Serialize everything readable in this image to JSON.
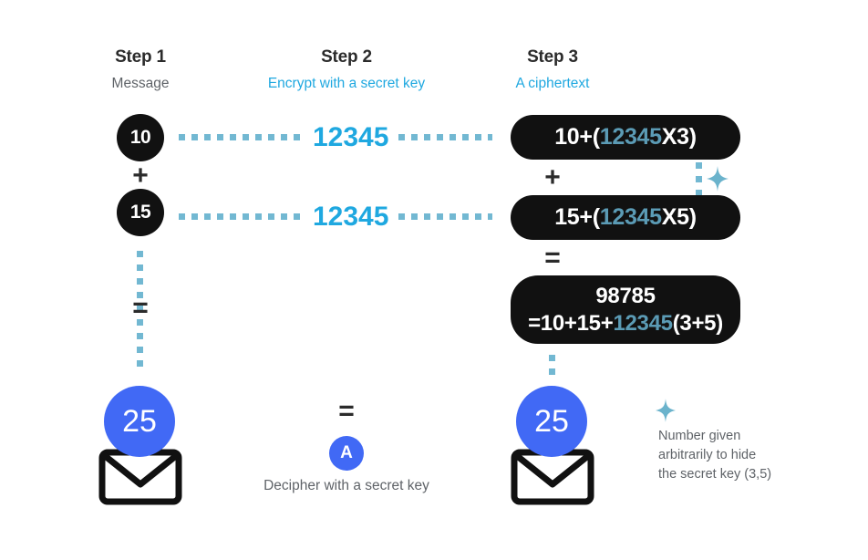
{
  "columns": {
    "step1": {
      "title": "Step 1",
      "subtitle": "Message",
      "subtitle_accent": false
    },
    "step2": {
      "title": "Step 2",
      "subtitle": "Encrypt with a secret key",
      "subtitle_accent": true
    },
    "step3": {
      "title": "Step 3",
      "subtitle": "A ciphertext",
      "subtitle_accent": true
    }
  },
  "column1": {
    "value_a": "10",
    "operator_plus": "+",
    "value_b": "15",
    "operator_equals": "=",
    "result": "25"
  },
  "column2": {
    "key_top": "12345",
    "key_bottom": "12345",
    "operator_equals": "=",
    "decipher_badge": "A",
    "decipher_caption": "Decipher with a secret key"
  },
  "column3": {
    "pill1": {
      "prefix": "10+",
      "open": "(",
      "key": "12345",
      "suffix": "X3",
      "close": ")"
    },
    "operator_plus": "+",
    "pill2": {
      "prefix": "15+",
      "open": "(",
      "key": "12345",
      "suffix": "X5",
      "close": ")"
    },
    "operator_equals": "=",
    "pill3": {
      "line1": "98785",
      "prefix": "=10+15+",
      "key": "12345",
      "open": "(",
      "inner": "3+5",
      "close": ")"
    },
    "result": "25"
  },
  "legend": {
    "icon": "sparkle-icon",
    "line1": "Number given",
    "line2": "arbitrarily to hide",
    "line3": "the secret key (3,5)"
  },
  "colors": {
    "accent_bright_blue": "#1fa8e0",
    "accent_muted_blue": "#72b8d2",
    "pill_key_blue": "#5b9bb5",
    "royal_blue": "#4169f5",
    "black": "#111111",
    "gray_text": "#5f6368",
    "dark_text": "#2b2b2b"
  },
  "icons": {
    "envelope": "envelope-icon",
    "sparkle": "sparkle-icon"
  }
}
